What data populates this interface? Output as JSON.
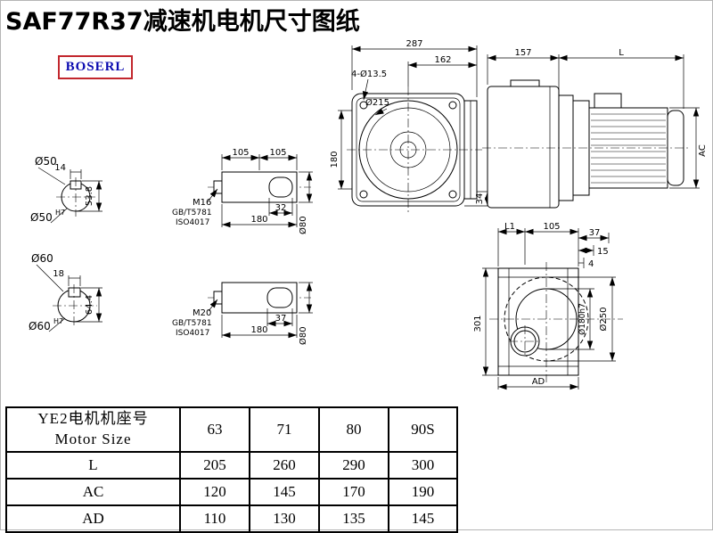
{
  "page": {
    "title": "SAF77R37减速机电机尺寸图纸",
    "logo": "BOSERL"
  },
  "sections": [
    {
      "dia": "Ø50",
      "tol": "H7",
      "key_w": "14",
      "height": "53.8"
    },
    {
      "dia": "Ø60",
      "tol": "H7",
      "key_w": "18",
      "height": "64.4"
    }
  ],
  "shafts": [
    {
      "seg1": "105",
      "seg2": "105",
      "key_len": "32",
      "total": "180",
      "dia": "Ø80",
      "thread": "M16",
      "std1": "GB/T5781",
      "std2": "ISO4017"
    },
    {
      "key_len": "37",
      "total": "180",
      "dia": "Ø80",
      "thread": "M20",
      "std1": "GB/T5781",
      "std2": "ISO4017"
    }
  ],
  "front": {
    "width": "287",
    "width2": "162",
    "holes": "4-Ø13.5",
    "dia": "Ø215",
    "height": "180",
    "flange": "34"
  },
  "side": {
    "len1": "157",
    "len2": "L",
    "ac": "AC"
  },
  "flange": {
    "l1": "L1",
    "seg": "105",
    "d1": "37",
    "d2": "15",
    "d3": "4",
    "height": "301",
    "dia_inner": "Ø180h7",
    "dia_outer": "Ø250",
    "ad": "AD"
  },
  "table": {
    "header_cn": "YE2电机机座号",
    "header_en": "Motor Size",
    "columns": [
      "63",
      "71",
      "80",
      "90S"
    ],
    "rows": [
      {
        "label": "L",
        "values": [
          "205",
          "260",
          "290",
          "300"
        ]
      },
      {
        "label": "AC",
        "values": [
          "120",
          "145",
          "170",
          "190"
        ]
      },
      {
        "label": "AD",
        "values": [
          "110",
          "130",
          "135",
          "145"
        ]
      }
    ]
  }
}
